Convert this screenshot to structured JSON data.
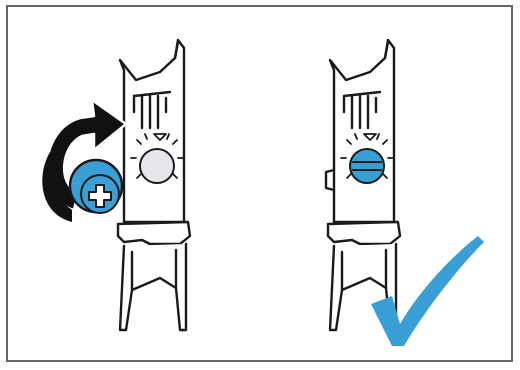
{
  "illustration": {
    "panels": [
      {
        "id": "before",
        "action": "turn-screw-clockwise",
        "screw_state": "loose",
        "indicator": "grey"
      },
      {
        "id": "after",
        "action": "none",
        "screw_state": "tightened",
        "indicator": "blue",
        "result": "check-mark"
      }
    ],
    "colors": {
      "border": "#666666",
      "outline": "#1a1a1a",
      "accent": "#3a9fd6",
      "arrow": "#111111",
      "indicator_inactive": "#e6e6ea"
    },
    "icons": [
      "rotate-arrow-icon",
      "screw-icon",
      "indicator-icon",
      "check-icon"
    ]
  }
}
